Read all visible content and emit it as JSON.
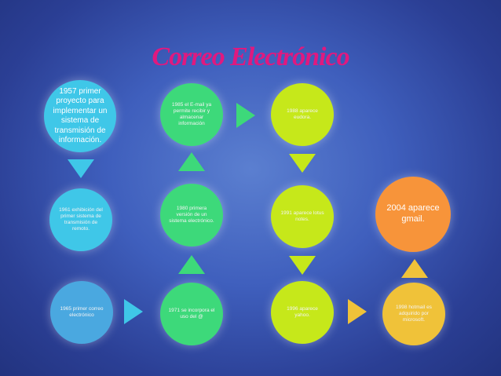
{
  "title": "Correo Electrónico",
  "nodes": {
    "n1957": "1957 primer proyecto para implementar un sistema de transmisión de información.",
    "n1961": "1961 exhibición del primer sistema de transmisión de remoto.",
    "n1965": "1965 primer correo electrónico",
    "n1971": "1971 se incorpora el uso del @",
    "n1980": "1980 primera versión de un sistema electrónico.",
    "n1985": "1985 el E-mail ya permite recibir y almacenar información",
    "n1988": "1988 aparece eudora.",
    "n1991": "1991 aparece lotus notes.",
    "n1996": "1996 aparece yahoo.",
    "n1998": "1998 hotmail es adquirido por microsoft.",
    "n2004": "2004 aparece gmail."
  },
  "colors": {
    "title": "#e0197f",
    "cyan": "#3fc7e8",
    "green": "#3dd97a",
    "lime": "#c6e81a",
    "gold": "#f0c239",
    "orange": "#f7943a",
    "blue_node": "#4aa8e0"
  }
}
